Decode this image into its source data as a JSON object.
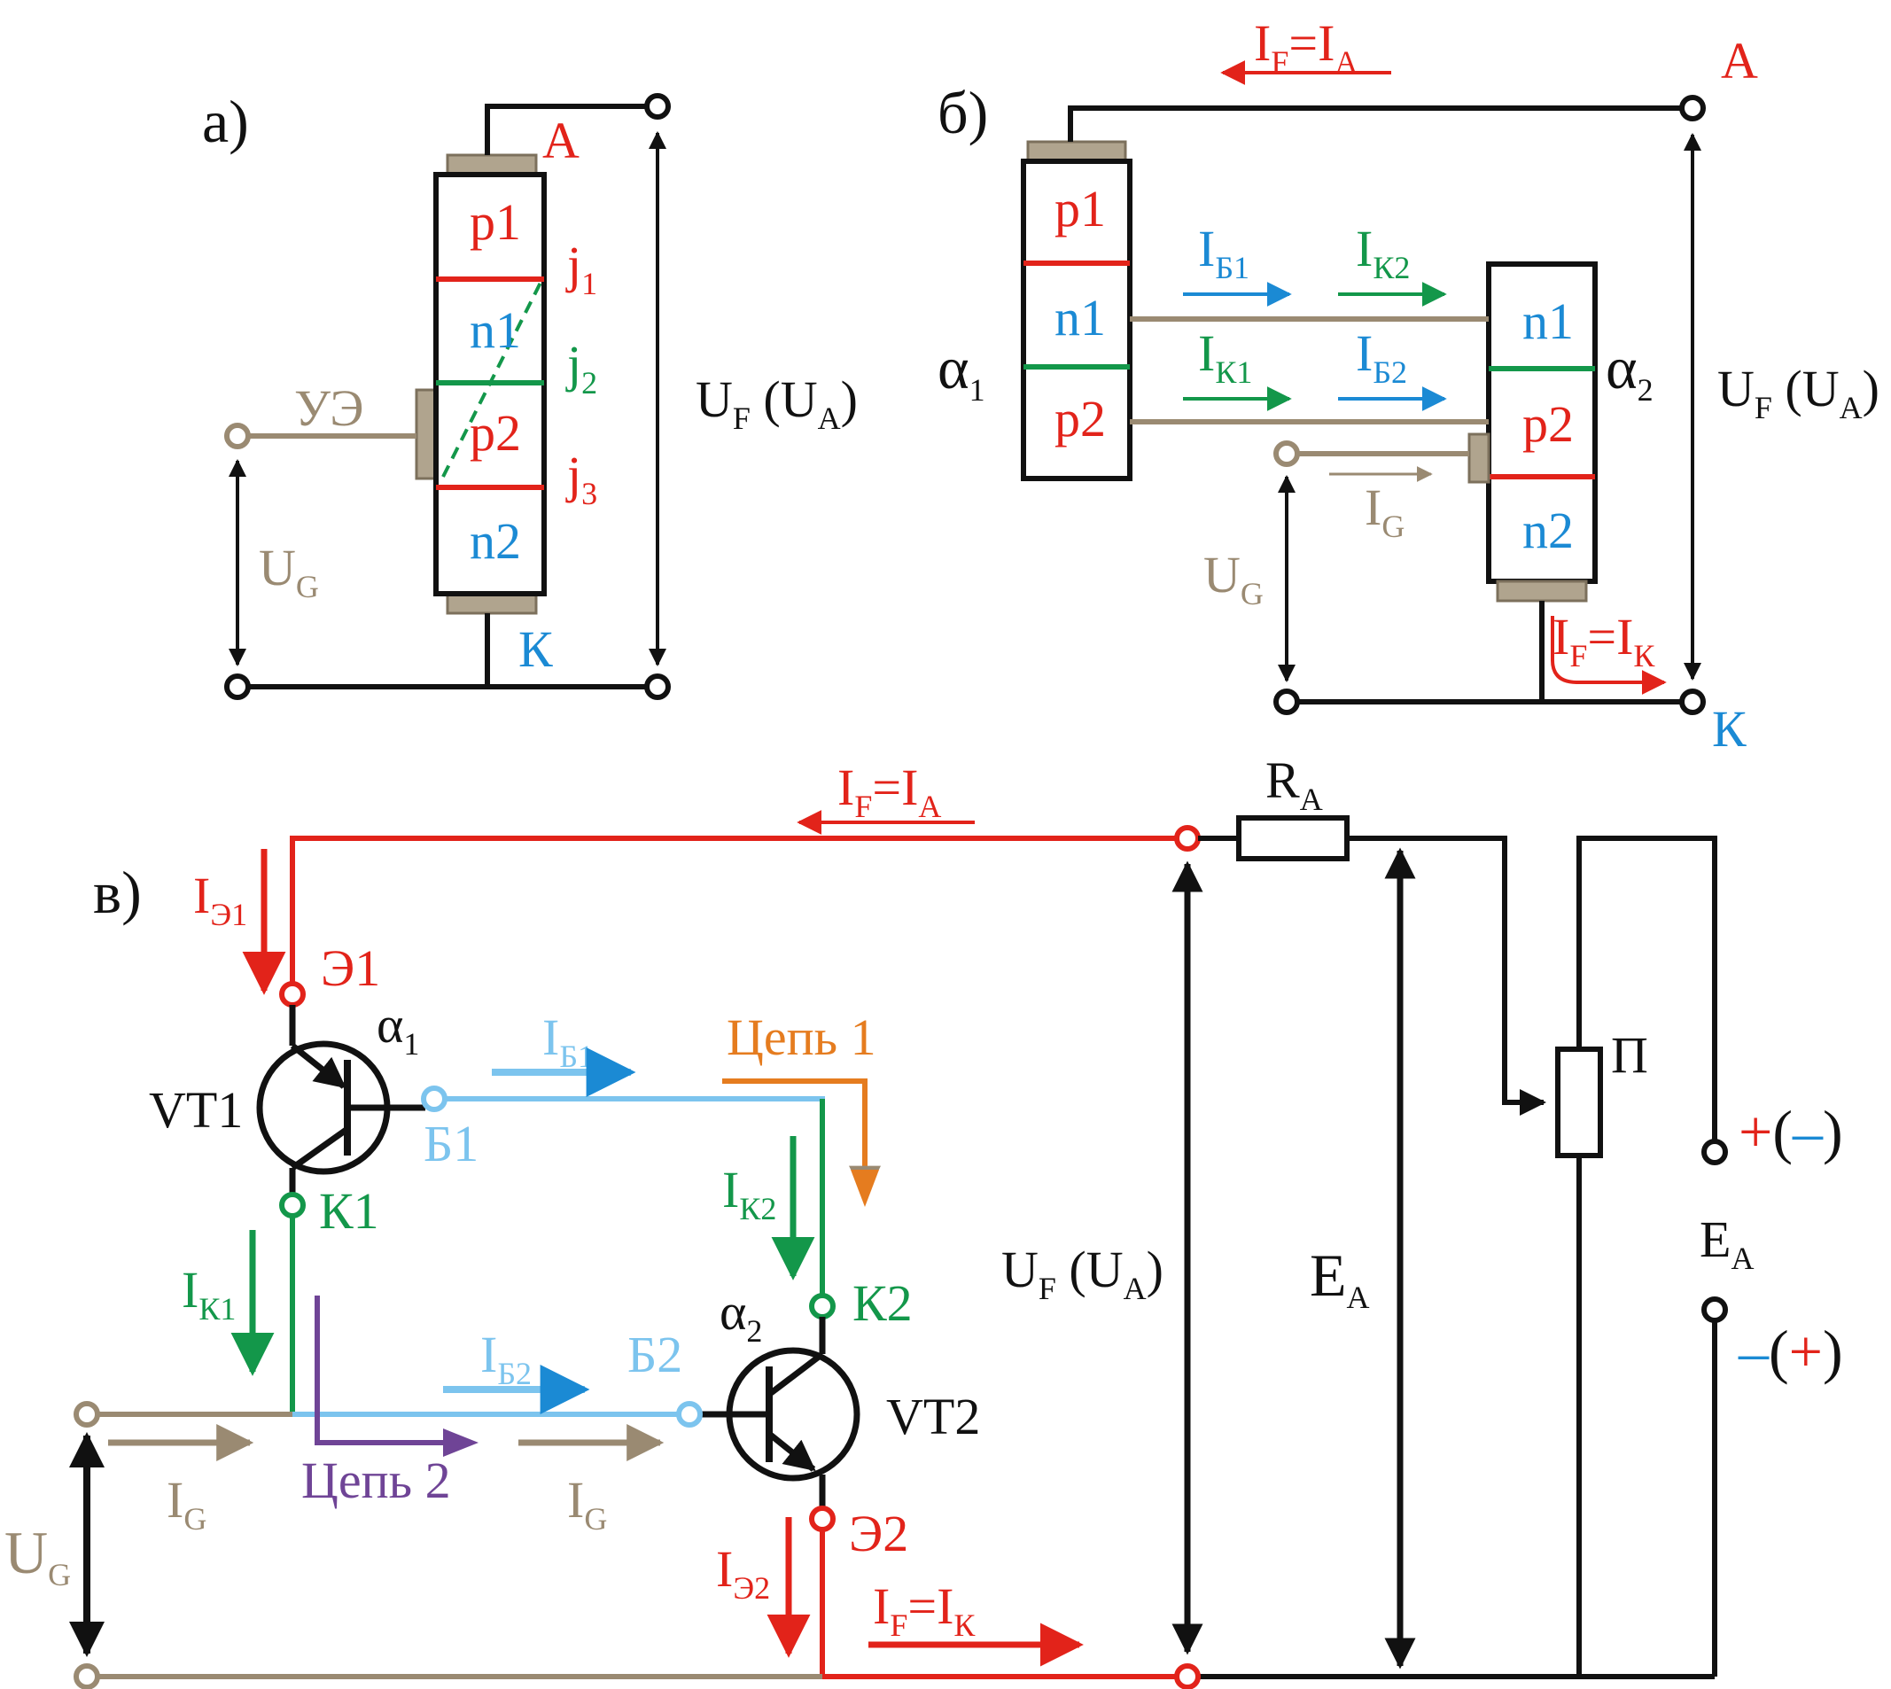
{
  "colors": {
    "red": "#e2231a",
    "blue": "#1b8ad4",
    "lightblue": "#7cc4ee",
    "green": "#13974a",
    "brown": "#9a8a72",
    "orange": "#e57c1f",
    "purple": "#6f4496",
    "black": "#111111"
  },
  "a": {
    "label": "а)",
    "layers": [
      "p1",
      "n1",
      "p2",
      "n2"
    ],
    "junctions": [
      {
        "j": "j",
        "n": "1"
      },
      {
        "j": "j",
        "n": "2"
      },
      {
        "j": "j",
        "n": "3"
      }
    ],
    "anode": "A",
    "cathode": "К",
    "gate": "УЭ",
    "ug": {
      "main": "U",
      "sub": "G"
    },
    "uf": {
      "u": "U",
      "f": "F",
      "open": " (U",
      "a": "A",
      "close": ")"
    }
  },
  "b": {
    "label": "б)",
    "left_layers": [
      "p1",
      "n1",
      "p2"
    ],
    "right_layers": [
      "n1",
      "p2",
      "n2"
    ],
    "alpha1": {
      "main": "α",
      "sub": "1"
    },
    "alpha2": {
      "main": "α",
      "sub": "2"
    },
    "if_top": {
      "i1": "I",
      "s1": "F",
      "eq": "=I",
      "s2": "A"
    },
    "if_bottom": {
      "i1": "I",
      "s1": "F",
      "eq": "=I",
      "s2": "К"
    },
    "ib1": {
      "main": "I",
      "sub": "Б1"
    },
    "ik2": {
      "main": "I",
      "sub": "К2"
    },
    "ik1": {
      "main": "I",
      "sub": "К1"
    },
    "ib2": {
      "main": "I",
      "sub": "Б2"
    },
    "ig": {
      "main": "I",
      "sub": "G"
    },
    "ug": {
      "main": "U",
      "sub": "G"
    },
    "uf": {
      "u": "U",
      "f": "F",
      "open": " (U",
      "a": "A",
      "close": ")"
    },
    "anode": "A",
    "cathode": "К"
  },
  "c": {
    "label": "в)",
    "if_top": {
      "i1": "I",
      "s1": "F",
      "eq": "=I",
      "s2": "A"
    },
    "if_bottom": {
      "i1": "I",
      "s1": "F",
      "eq": "=I",
      "s2": "К"
    },
    "ra": {
      "main": "R",
      "sub": "A"
    },
    "ie1": {
      "main": "I",
      "sub": "Э1"
    },
    "e1": "Э1",
    "alpha1": {
      "main": "α",
      "sub": "1"
    },
    "vt1": "VT1",
    "b1": "Б1",
    "ib1": {
      "main": "I",
      "sub": "Б1"
    },
    "chain1": "Цепь 1",
    "k1": "К1",
    "ik1": {
      "main": "I",
      "sub": "К1"
    },
    "ik2": {
      "main": "I",
      "sub": "К2"
    },
    "k2": "К2",
    "alpha2": {
      "main": "α",
      "sub": "2"
    },
    "vt2": "VT2",
    "ib2": {
      "main": "I",
      "sub": "Б2"
    },
    "b2": "Б2",
    "ig1": {
      "main": "I",
      "sub": "G"
    },
    "chain2": "Цепь 2",
    "ig2": {
      "main": "I",
      "sub": "G"
    },
    "ug": {
      "main": "U",
      "sub": "G"
    },
    "e2": "Э2",
    "ie2": {
      "main": "I",
      "sub": "Э2"
    },
    "uf": {
      "u": "U",
      "f": "F",
      "open": " (U",
      "a": "A",
      "close": ")"
    },
    "ea_mid": {
      "main": "E",
      "sub": "A"
    },
    "pot": "П",
    "ea_right": {
      "main": "E",
      "sub": "A"
    },
    "plus_top": {
      "sign": "+",
      "open": "(",
      "inner": "–",
      "close": ")"
    },
    "minus_bottom": {
      "sign": "–",
      "open": "(",
      "inner": "+",
      "close": ")"
    }
  }
}
